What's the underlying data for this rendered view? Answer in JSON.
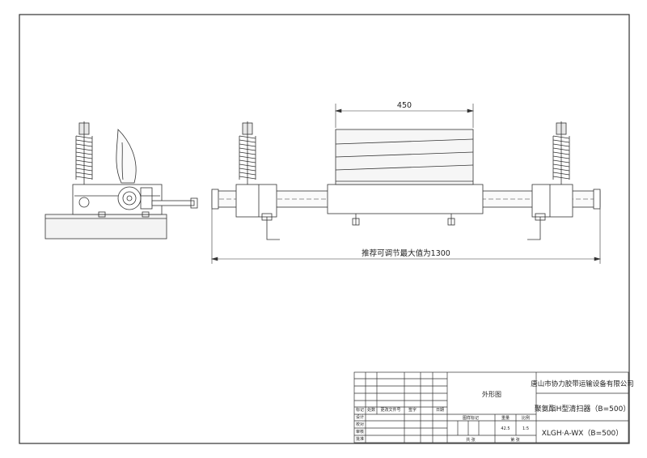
{
  "drawing": {
    "dim_top": "450",
    "dim_bottom": "推荐可调节最大值为1300"
  },
  "title_block": {
    "drawing_name": "外形图",
    "company": "唐山市协力胶带运输设备有限公司",
    "product": "聚氨酯H型清扫器（B=500）",
    "model": "XLGH·A-WX（B=500）",
    "weight": "42.5",
    "scale": "1:5",
    "labels": {
      "mark": "标记",
      "quantity": "处数",
      "change_doc": "更改文件号",
      "signature": "签字",
      "date": "日期",
      "design": "设计",
      "check": "校对",
      "review": "审核",
      "approve": "批准",
      "drawing_mark": "图样标记",
      "weight_label": "重量",
      "scale_label": "比例",
      "sheet_total": "共  张",
      "sheet_no": "第  张"
    }
  }
}
